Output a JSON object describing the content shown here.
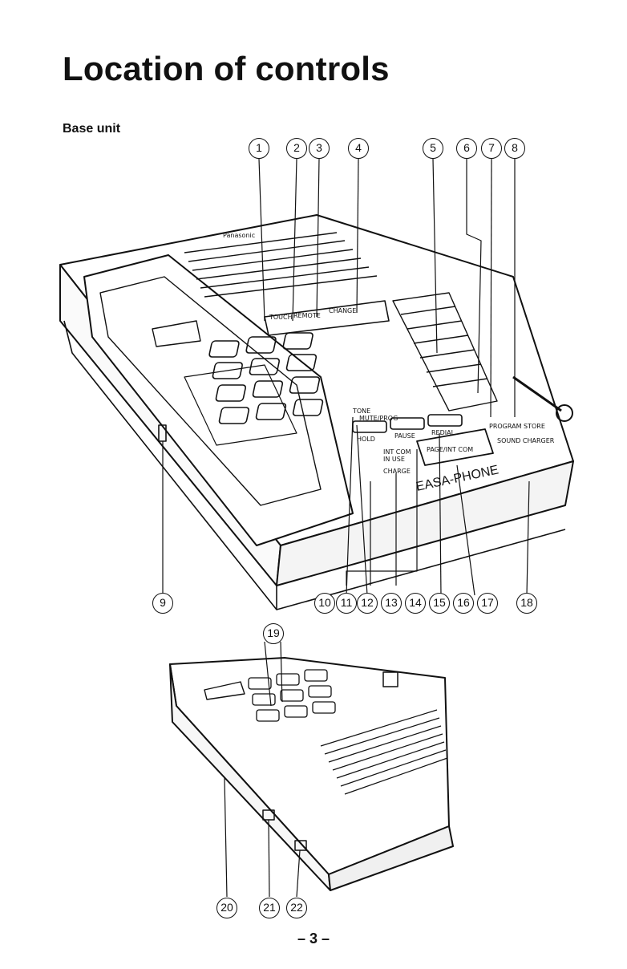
{
  "page": {
    "title": "Location of controls",
    "subtitle": "Base unit",
    "page_number": "– 3 –"
  },
  "phone_labels": {
    "brand": "Panasonic",
    "tone": "TONE",
    "mute_prog": "MUTE/PROG",
    "hold": "HOLD",
    "pause": "PAUSE",
    "redial": "REDIAL",
    "int_com": "INT COM",
    "in_use": "IN USE",
    "charge": "CHARGE",
    "page_intcom": "PAGE/INT COM",
    "program_store": "PROGRAM STORE",
    "sound_charger": "SOUND CHARGER",
    "easaphone": "EASA-PHONE",
    "touch": "TOUCH",
    "remote": "REMOTE",
    "change": "CHANGE"
  },
  "callouts": [
    "1",
    "2",
    "3",
    "4",
    "5",
    "6",
    "7",
    "8",
    "9",
    "10",
    "11",
    "12",
    "13",
    "14",
    "15",
    "16",
    "17",
    "18",
    "19",
    "20",
    "21",
    "22"
  ]
}
